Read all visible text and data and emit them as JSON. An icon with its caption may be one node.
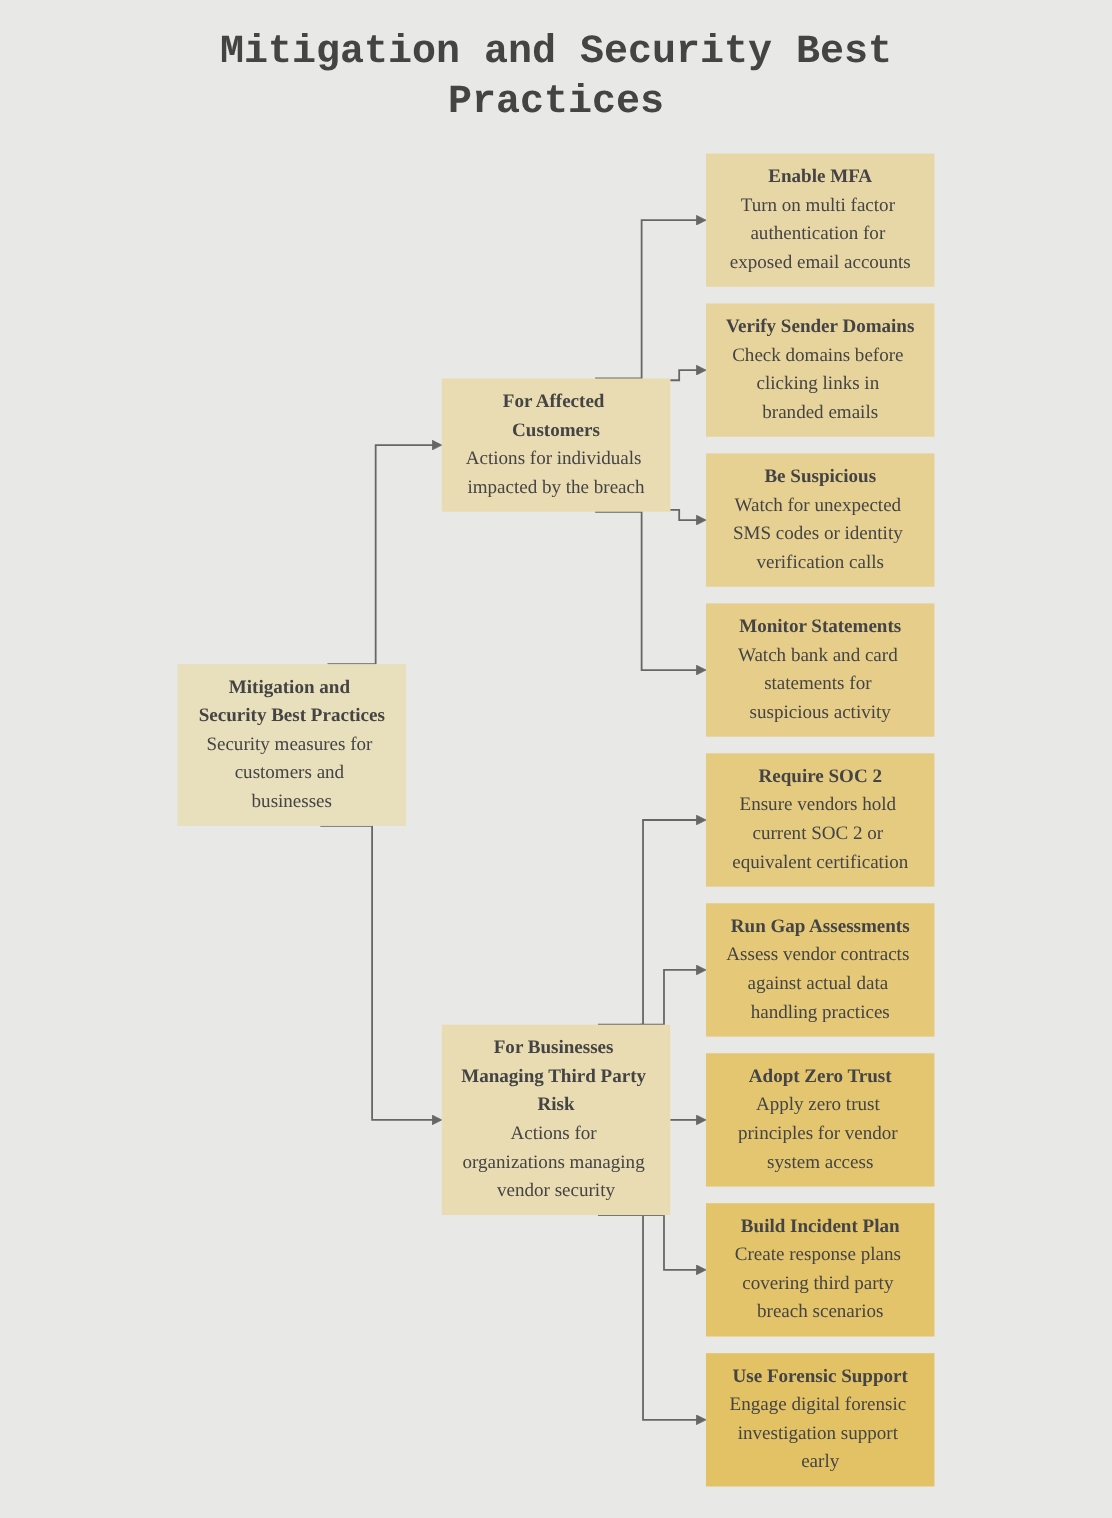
{
  "diagram": {
    "title": "Mitigation and Security Best Practices",
    "nodes": [
      {
        "text": [
          "Mitigation and Security Best Practices",
          "Security measures for customers and businesses"
        ]
      },
      {
        "text": [
          "For Affected Customers",
          "Actions for individuals impacted by the breach"
        ]
      },
      {
        "text": [
          "Enable MFA",
          "Turn on multi factor authentication for exposed email accounts"
        ]
      },
      {
        "text": [
          "Verify Sender Domains",
          "Check domains before clicking links in branded emails"
        ]
      },
      {
        "text": [
          "Be Suspicious",
          "Watch for unexpected SMS codes or identity verification calls"
        ]
      },
      {
        "text": [
          "Monitor Statements",
          "Watch bank and card statements for suspicious activity"
        ]
      },
      {
        "text": [
          "For Businesses Managing Third Party Risk",
          "Actions for organizations managing vendor security"
        ]
      },
      {
        "text": [
          "Require SOC 2",
          "Ensure vendors hold current SOC 2 or equivalent certification"
        ]
      },
      {
        "text": [
          "Run Gap Assessments",
          "Assess vendor contracts against actual data handling practices"
        ]
      },
      {
        "text": [
          "Adopt Zero Trust",
          "Apply zero trust principles for vendor system access"
        ]
      },
      {
        "text": [
          "Build Incident Plan",
          "Create response plans covering third party breach scenarios"
        ]
      },
      {
        "text": [
          "Use Forensic Support",
          "Engage digital forensic investigation support early"
        ]
      }
    ],
    "edges": [
      {
        "from": 0,
        "to": 1,
        "arrow": "to"
      },
      {
        "from": 0,
        "to": 6,
        "arrow": "to"
      },
      {
        "from": 1,
        "to": 2,
        "arrow": "to"
      },
      {
        "from": 1,
        "to": 3,
        "arrow": "to"
      },
      {
        "from": 1,
        "to": 4,
        "arrow": "to"
      },
      {
        "from": 1,
        "to": 5,
        "arrow": "to"
      },
      {
        "from": 6,
        "to": 7,
        "arrow": "to"
      },
      {
        "from": 6,
        "to": 8,
        "arrow": "to"
      },
      {
        "from": 6,
        "to": 9,
        "arrow": "to"
      },
      {
        "from": 6,
        "to": 10,
        "arrow": "to"
      },
      {
        "from": 6,
        "to": 11,
        "arrow": "to"
      }
    ]
  }
}
